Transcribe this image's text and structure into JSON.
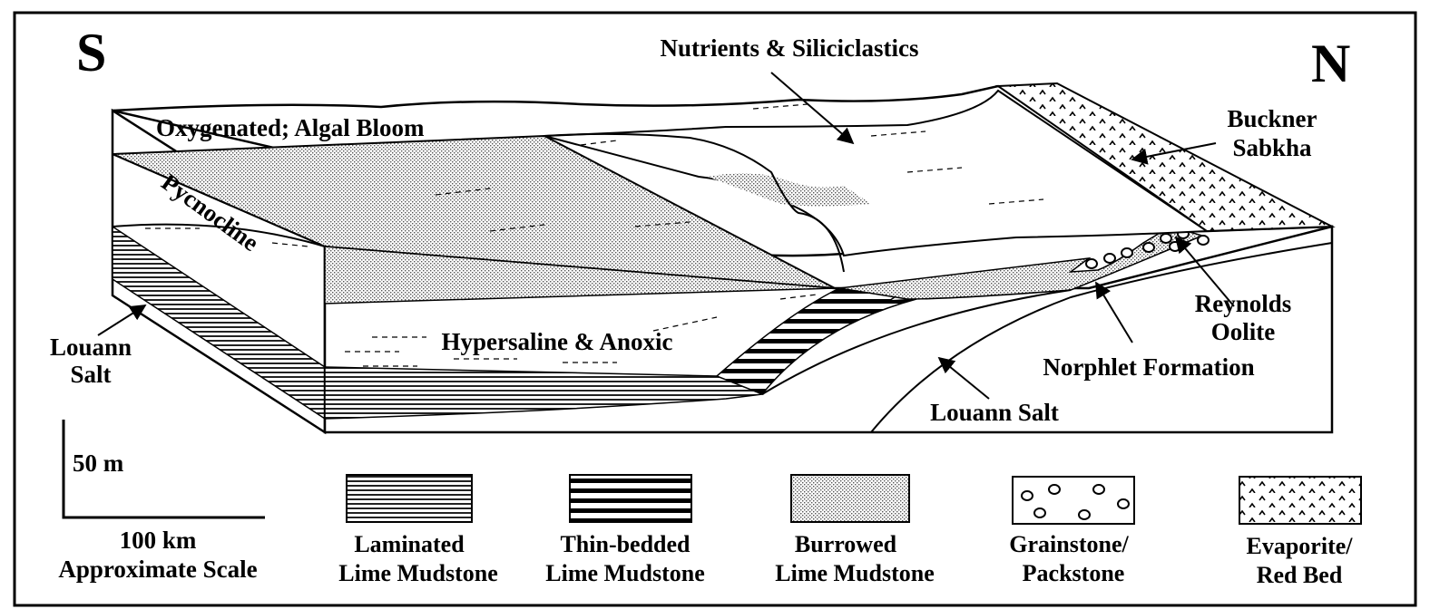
{
  "compass": {
    "south": "S",
    "north": "N"
  },
  "labels": {
    "nutrients": "Nutrients & Siliciclastics",
    "oxygenated": "Oxygenated; Algal Bloom",
    "pycnocline": "Pycnocline",
    "hypersaline": "Hypersaline & Anoxic",
    "buckner_1": "Buckner",
    "buckner_2": "Sabkha",
    "reynolds_1": "Reynolds",
    "reynolds_2": "Oolite",
    "norphlet": "Norphlet Formation",
    "louann_left_1": "Louann",
    "louann_left_2": "Salt",
    "louann_bottom": "Louann Salt"
  },
  "scale": {
    "vertical": "50 m",
    "horizontal": "100 km",
    "caption": "Approximate Scale"
  },
  "legend": [
    {
      "pattern": "laminated",
      "line1": "Laminated",
      "line2": "Lime Mudstone"
    },
    {
      "pattern": "thinbedded",
      "line1": "Thin-bedded",
      "line2": "Lime Mudstone"
    },
    {
      "pattern": "burrowed",
      "line1": "Burrowed",
      "line2": "Lime Mudstone"
    },
    {
      "pattern": "grainstone",
      "line1": "Grainstone/",
      "line2": "Packstone"
    },
    {
      "pattern": "evaporite",
      "line1": "Evaporite/",
      "line2": "Red Bed"
    }
  ]
}
